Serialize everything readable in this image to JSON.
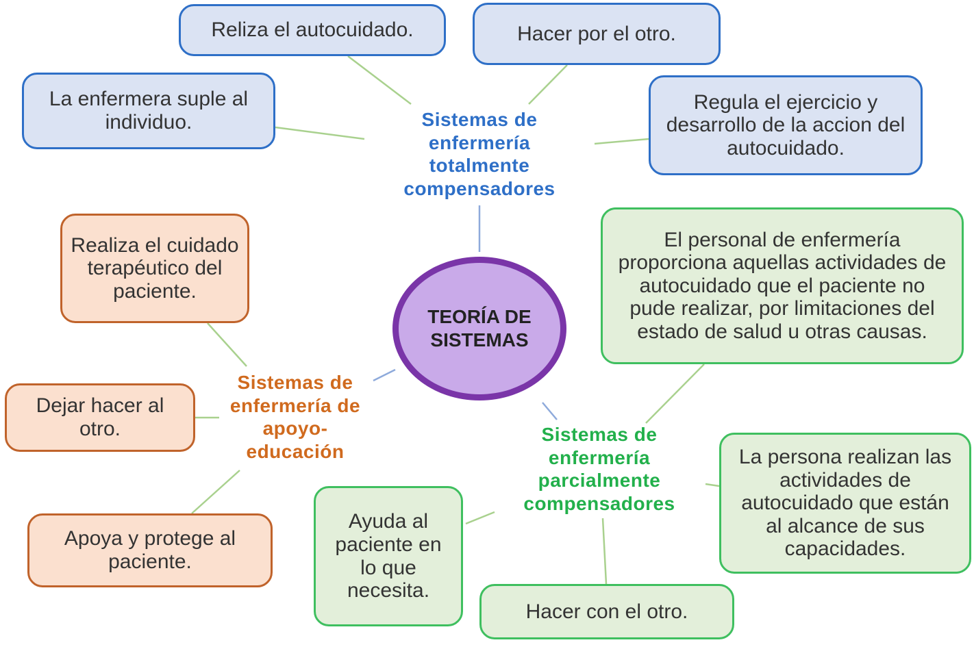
{
  "center": {
    "title": "TEORÍA DE SISTEMAS"
  },
  "colors": {
    "blue": "#2e6fc7",
    "orange": "#c0632b",
    "green": "#3fbf5f",
    "purple": "#7a35a8",
    "line_green": "#a9d18e",
    "line_blue": "#8eaadb"
  },
  "totalmente": {
    "label": "Sistemas de enfermería totalmente compensadores",
    "items": [
      "Reliza el autocuidado.",
      "Hacer por el otro.",
      "La enfermera suple al individuo.",
      "Regula el ejercicio y desarrollo de la accion del autocuidado."
    ]
  },
  "apoyo": {
    "label": "Sistemas de enfermería de apoyo-educación",
    "items": [
      "Realiza el cuidado terapéutico del paciente.",
      "Dejar hacer al otro.",
      "Apoya y protege al paciente."
    ]
  },
  "parcialmente": {
    "label": "Sistemas de enfermería parcialmente compensadores",
    "items": [
      "El personal de enfermería proporciona aquellas actividades de autocuidado que el paciente no pude realizar, por limitaciones del estado de salud u otras causas.",
      "La persona realizan las actividades de autocuidado que están al alcance de sus capacidades.",
      "Ayuda al paciente en lo que necesita.",
      "Hacer con el otro."
    ]
  }
}
